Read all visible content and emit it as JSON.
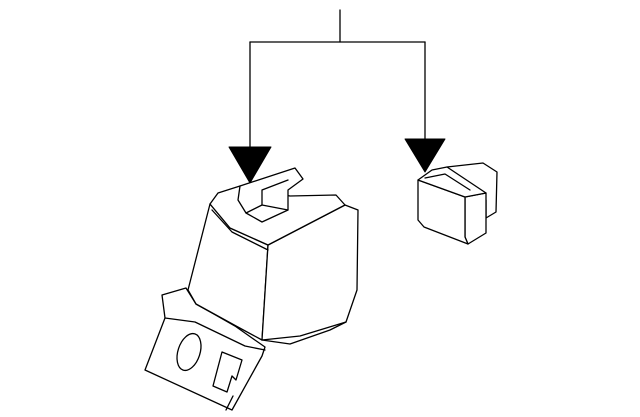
{
  "diagram": {
    "kind": "exploded parts illustration",
    "line_color": "#000000",
    "background_color": "#ffffff",
    "callouts": [
      {
        "target": "bracket-housing"
      },
      {
        "target": "connector-plug"
      }
    ],
    "parts": [
      {
        "name": "bracket-housing"
      },
      {
        "name": "connector-plug"
      }
    ]
  }
}
